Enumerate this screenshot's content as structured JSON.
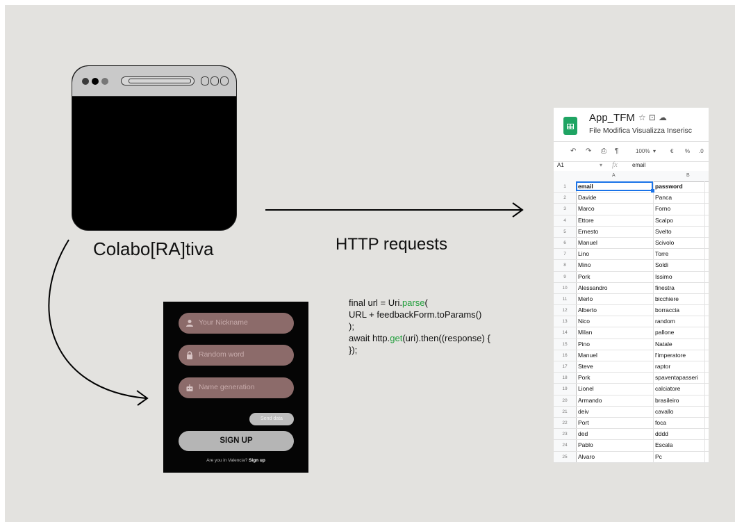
{
  "app_name": "Colabo[RA]tiva",
  "arrow_label": "HTTP requests",
  "code_lines": [
    {
      "pre": "final url = Uri.",
      "kw": "parse",
      "post": "("
    },
    {
      "pre": "URL + feedbackForm.toParams()",
      "kw": "",
      "post": ""
    },
    {
      "pre": ");",
      "kw": "",
      "post": ""
    },
    {
      "pre": "await http.",
      "kw": "get",
      "post": "(uri).then((response) {"
    },
    {
      "pre": "});",
      "kw": "",
      "post": ""
    }
  ],
  "form": {
    "fields": [
      {
        "label": "Your Nickname",
        "icon": "person-icon"
      },
      {
        "label": "Random word",
        "icon": "lock-icon"
      },
      {
        "label": "Name generation",
        "icon": "robot-icon"
      }
    ],
    "send_label": "Send data",
    "signup_label": "SIGN UP",
    "footer_text": "Are you in Valencia?",
    "footer_link": "Sign up"
  },
  "sheet": {
    "name": "App_TFM",
    "menu": "File  Modifica  Visualizza  Inserisc",
    "zoom": "100%",
    "currency": "€",
    "percent": "%",
    "decimals": ".0",
    "cell_ref": "A1",
    "fx": "fx",
    "formula_value": "email",
    "col_a": "A",
    "col_b": "B",
    "rows": [
      [
        "email",
        "password"
      ],
      [
        "Davide",
        "Panca"
      ],
      [
        "Marco",
        "Forno"
      ],
      [
        "Ettore",
        "Scalpo"
      ],
      [
        "Ernesto",
        "Svelto"
      ],
      [
        "Manuel",
        "Scivolo"
      ],
      [
        "Lino",
        "Torre"
      ],
      [
        "Mino",
        "Soldi"
      ],
      [
        "Pork",
        "Issimo"
      ],
      [
        "Alessandro",
        "finestra"
      ],
      [
        "Merlo",
        "bicchiere"
      ],
      [
        "Alberto",
        "borraccia"
      ],
      [
        "Nico",
        "random"
      ],
      [
        "Milan",
        "pallone"
      ],
      [
        "Pino",
        "Natale"
      ],
      [
        "Manuel",
        "l'imperatore"
      ],
      [
        "Steve",
        "raptor"
      ],
      [
        "Pork",
        "spaventapasseri"
      ],
      [
        "Lionel",
        "calciatore"
      ],
      [
        "Armando",
        "brasileiro"
      ],
      [
        "deiv",
        "cavallo"
      ],
      [
        "Port",
        "foca"
      ],
      [
        "ded",
        "dddd"
      ],
      [
        "Pablo",
        "Escala"
      ],
      [
        "Alvaro",
        "Pc"
      ],
      [
        "",
        ""
      ]
    ]
  }
}
